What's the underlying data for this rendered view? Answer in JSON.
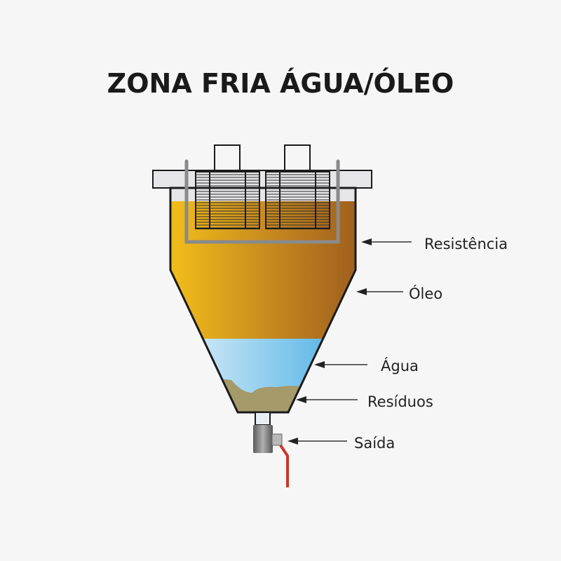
{
  "title": "ZONA FRIA ÁGUA/ÓLEO",
  "labels": {
    "resistencia": "Resistência",
    "oleo": "Óleo",
    "agua": "Água",
    "residuos": "Resíduos",
    "saida": "Saída"
  },
  "colors": {
    "oil_light": "#f3bf1a",
    "oil_dark": "#9e5f1e",
    "water_light": "#d6ecf8",
    "water_dark": "#4fb3e6",
    "sediment": "#a59a6a",
    "valve_handle": "#c9372c",
    "heater": "#8a8a8a"
  }
}
